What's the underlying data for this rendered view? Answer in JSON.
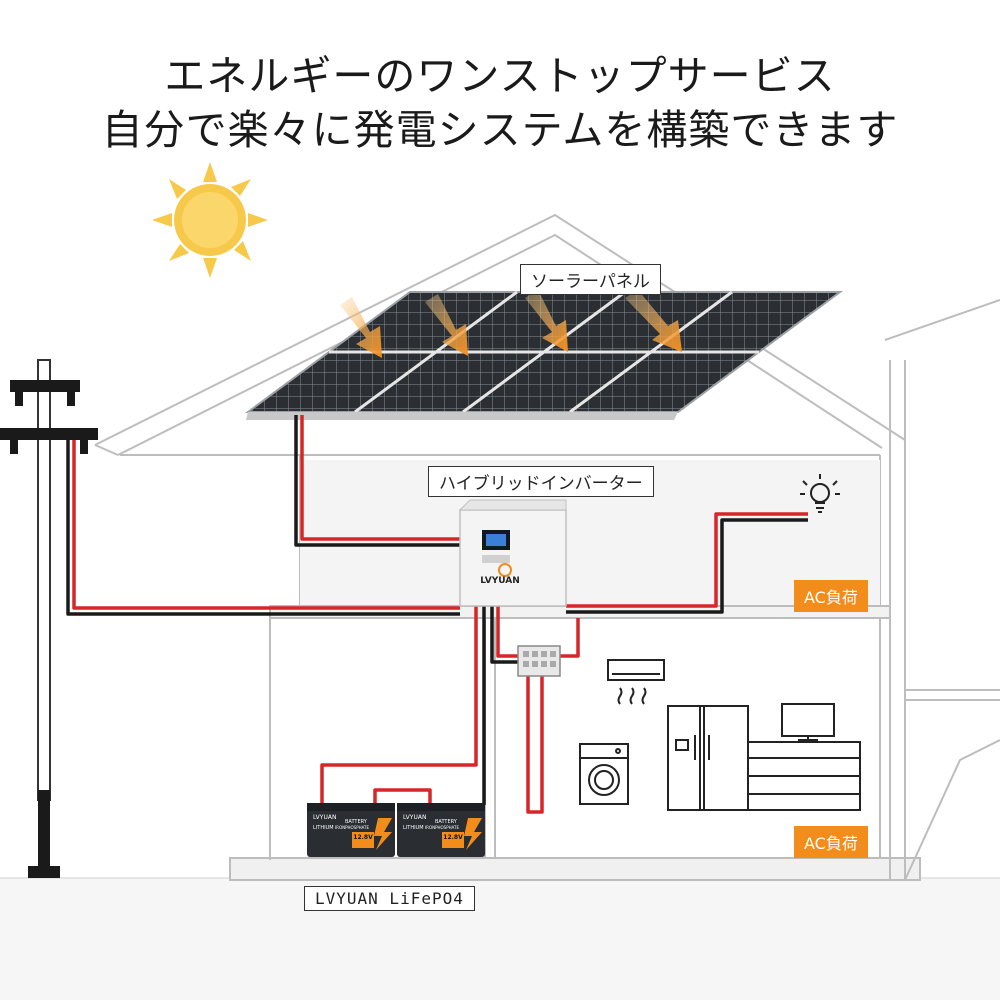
{
  "headline": {
    "line1": "エネルギーのワンストップサービス",
    "line2": "自分で楽々に発電システムを構築できます"
  },
  "labels": {
    "solar_panel": "ソーラーパネル",
    "hybrid_inverter": "ハイブリッドインバーター",
    "battery_caption": "LVYUAN LiFePO4",
    "ac_load_upper": "AC負荷",
    "ac_load_lower": "AC負荷"
  },
  "inverter": {
    "brand": "LVYUAN"
  },
  "battery": {
    "brand": "LVYUAN",
    "line1": "LITHIUM",
    "line2": "BATTERY",
    "chemistry": "IRONPHOSPHATE",
    "voltage": "12.8V"
  },
  "colors": {
    "accent": "#f28c1b",
    "positive_wire": "#d7262a",
    "negative_wire": "#1a1a1a",
    "sun": "#f7c94a",
    "house_line": "#bdbdbd"
  },
  "icons": [
    "sun-icon",
    "light-bulb-icon",
    "air-conditioner-icon",
    "washing-machine-icon",
    "refrigerator-icon",
    "tv-icon",
    "utility-pole-icon",
    "combiner-box-icon"
  ]
}
